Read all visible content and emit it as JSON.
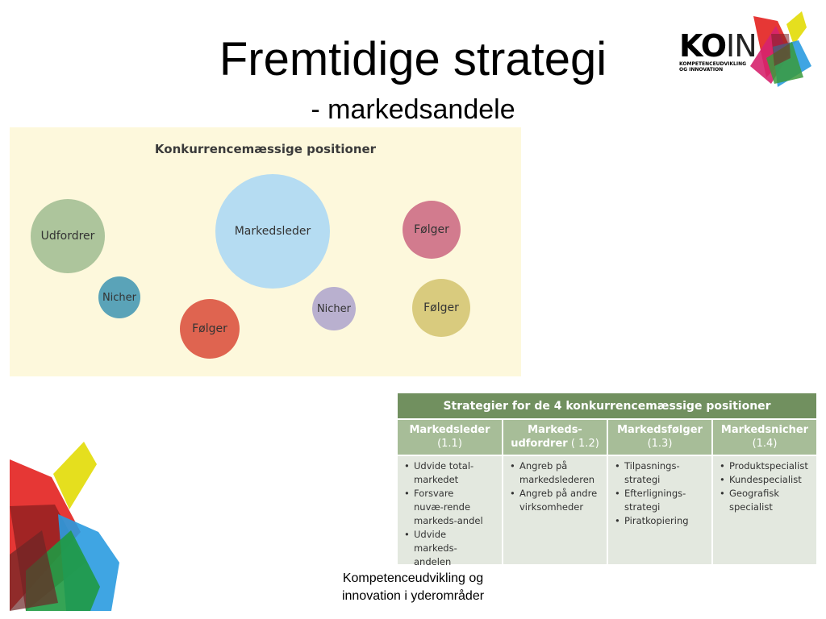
{
  "slide": {
    "title": "Fremtidige strategi",
    "subtitle": "- markedsandele",
    "footer_line1": "Kompetenceudvikling og",
    "footer_line2": "innovation i yderområder"
  },
  "logo": {
    "mark": "KO",
    "mark_rest": "IN",
    "tagline": "KOMPETENCEUDVIKLING OG INNOVATION"
  },
  "positions": {
    "title": "Konkurrencemæssige positioner",
    "bubbles": [
      {
        "label": "Udfordrer",
        "color": "#adc59c"
      },
      {
        "label": "Markedsleder",
        "color": "#b5dcf2"
      },
      {
        "label": "Følger",
        "color": "#d27b8e"
      },
      {
        "label": "Nicher",
        "color": "#5aa3b8"
      },
      {
        "label": "Nicher",
        "color": "#b9b0cf"
      },
      {
        "label": "Følger",
        "color": "#df6450"
      },
      {
        "label": "Følger",
        "color": "#d9cb7e"
      }
    ]
  },
  "strategies": {
    "title": "Strategier for de 4 konkurrencemæssige positioner",
    "header_color": "#71905f",
    "columns": [
      {
        "name_line1": "Markedsleder",
        "name_line2": "(1.1)",
        "items": [
          "Udvide total-markedet",
          "Forsvare nuvæ-rende markeds-andel",
          "Udvide markeds-andelen"
        ]
      },
      {
        "name_line1": "Markeds-",
        "name_line2": "udfordrer",
        "code": " ( 1.2)",
        "items": [
          "Angreb på markedslederen",
          "Angreb på andre virksomheder"
        ]
      },
      {
        "name_line1": "Markedsfølger",
        "name_line2": "(1.3)",
        "items": [
          "Tilpasnings-strategi",
          "Efterlignings-strategi",
          "Piratkopiering"
        ]
      },
      {
        "name_line1": "Markedsnicher",
        "name_line2": "(1.4)",
        "items": [
          "Produktspecialist",
          "Kundespecialist",
          "Geografisk specialist"
        ]
      }
    ]
  }
}
